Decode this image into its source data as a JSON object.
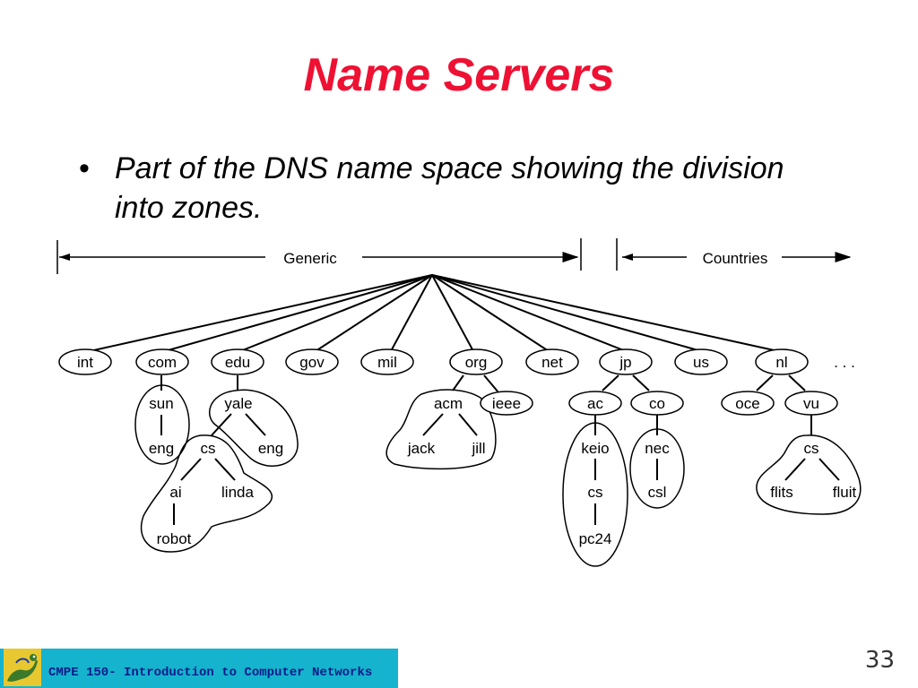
{
  "slide": {
    "title": "Name Servers",
    "bullet": "Part of the DNS name space showing the division into zones.",
    "page_number": "33"
  },
  "footer": {
    "course": "CMPE 150- Introduction to Computer Networks",
    "logo_icon": "cartoon-slug-logo-icon"
  },
  "diagram": {
    "generic_label": "Generic",
    "countries_label": "Countries",
    "ellipsis": ". . .",
    "nodes": {
      "int": "int",
      "com": "com",
      "edu": "edu",
      "gov": "gov",
      "mil": "mil",
      "org": "org",
      "net": "net",
      "jp": "jp",
      "us": "us",
      "nl": "nl",
      "sun": "sun",
      "eng_sun": "eng",
      "yale": "yale",
      "cs_yale": "cs",
      "eng_yale": "eng",
      "ai": "ai",
      "linda": "linda",
      "robot": "robot",
      "acm": "acm",
      "ieee": "ieee",
      "jack": "jack",
      "jill": "jill",
      "ac": "ac",
      "co": "co",
      "keio": "keio",
      "cs_keio": "cs",
      "pc24": "pc24",
      "nec": "nec",
      "csl": "csl",
      "oce": "oce",
      "vu": "vu",
      "cs_vu": "cs",
      "flits": "flits",
      "fluit": "fluit"
    }
  },
  "colors": {
    "title": "#ee1133",
    "footer_bar": "#15b3ce",
    "footer_text": "#0a1a8a"
  }
}
